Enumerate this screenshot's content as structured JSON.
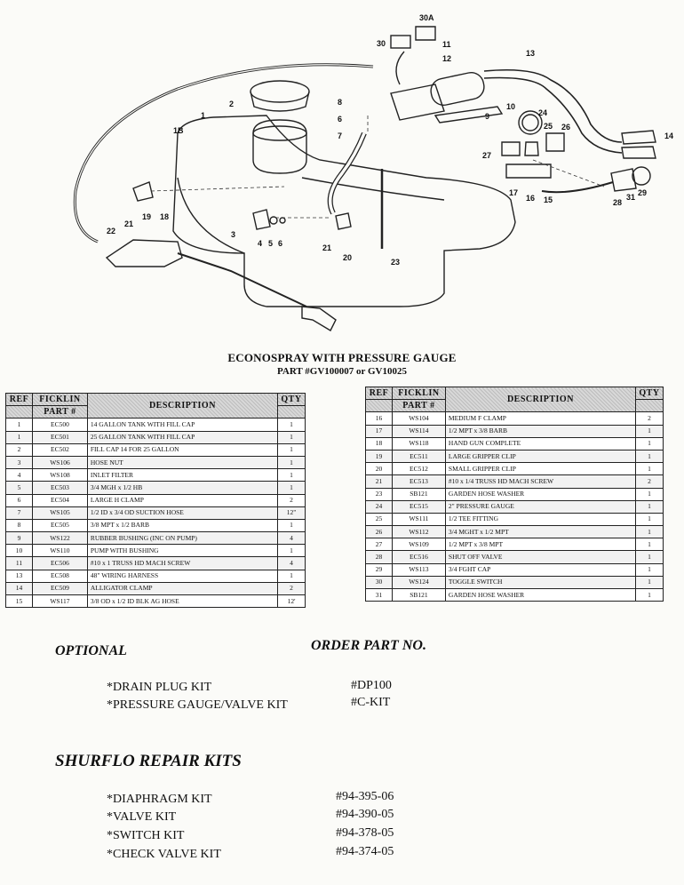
{
  "diagram": {
    "callouts": [
      "30A",
      "30",
      "11",
      "12",
      "13",
      "2",
      "8",
      "6",
      "10",
      "9",
      "1",
      "1B",
      "7",
      "24",
      "25",
      "26",
      "14",
      "27",
      "17",
      "16",
      "15",
      "28",
      "31",
      "29",
      "3",
      "4",
      "5",
      "6",
      "21",
      "19",
      "18",
      "22",
      "21",
      "20",
      "23"
    ]
  },
  "header": {
    "title": "ECONOSPRAY WITH PRESSURE GAUGE",
    "subtitle": "PART #GV100007 or GV10025"
  },
  "table_headers": {
    "ref": "REF",
    "ficklin": "FICKLIN",
    "part": "PART #",
    "description": "DESCRIPTION",
    "qty": "QTY"
  },
  "left_parts": [
    {
      "ref": "1",
      "part": "EC500",
      "desc": "14 GALLON TANK WITH FILL CAP",
      "qty": "1"
    },
    {
      "ref": "1",
      "part": "EC501",
      "desc": "25 GALLON TANK WITH FILL CAP",
      "qty": "1"
    },
    {
      "ref": "2",
      "part": "EC502",
      "desc": "FILL CAP 14 FOR 25 GALLON",
      "qty": "1"
    },
    {
      "ref": "3",
      "part": "WS106",
      "desc": "HOSE NUT",
      "qty": "1"
    },
    {
      "ref": "4",
      "part": "WS108",
      "desc": "INLET FILTER",
      "qty": "1"
    },
    {
      "ref": "5",
      "part": "EC503",
      "desc": "3/4 MGH x 1/2 HB",
      "qty": "1"
    },
    {
      "ref": "6",
      "part": "EC504",
      "desc": "LARGE H CLAMP",
      "qty": "2"
    },
    {
      "ref": "7",
      "part": "WS105",
      "desc": "1/2 ID x 3/4 OD SUCTION HOSE",
      "qty": "12\""
    },
    {
      "ref": "8",
      "part": "EC505",
      "desc": "3/8 MPT x 1/2 BARB",
      "qty": "1"
    },
    {
      "ref": "9",
      "part": "WS122",
      "desc": "RUBBER BUSHING (INC ON PUMP)",
      "qty": "4"
    },
    {
      "ref": "10",
      "part": "WS110",
      "desc": "PUMP WITH BUSHING",
      "qty": "1"
    },
    {
      "ref": "11",
      "part": "EC506",
      "desc": "#10 x 1 TRUSS HD MACH SCREW",
      "qty": "4"
    },
    {
      "ref": "13",
      "part": "EC508",
      "desc": "48\" WIRING HARNESS",
      "qty": "1"
    },
    {
      "ref": "14",
      "part": "EC509",
      "desc": "ALLIGATOR CLAMP",
      "qty": "2"
    },
    {
      "ref": "15",
      "part": "WS117",
      "desc": "3/8 OD x 1/2 ID BLK AG HOSE",
      "qty": "12'"
    }
  ],
  "right_parts": [
    {
      "ref": "16",
      "part": "WS104",
      "desc": "MEDIUM F CLAMP",
      "qty": "2"
    },
    {
      "ref": "17",
      "part": "WS114",
      "desc": "1/2 MPT x 3/8 BARB",
      "qty": "1"
    },
    {
      "ref": "18",
      "part": "WS118",
      "desc": "HAND GUN COMPLETE",
      "qty": "1"
    },
    {
      "ref": "19",
      "part": "EC511",
      "desc": "LARGE GRIPPER CLIP",
      "qty": "1"
    },
    {
      "ref": "20",
      "part": "EC512",
      "desc": "SMALL GRIPPER CLIP",
      "qty": "1"
    },
    {
      "ref": "21",
      "part": "EC513",
      "desc": "#10 x 1/4 TRUSS HD MACH SCREW",
      "qty": "2"
    },
    {
      "ref": "23",
      "part": "SB121",
      "desc": "GARDEN HOSE WASHER",
      "qty": "1"
    },
    {
      "ref": "24",
      "part": "EC515",
      "desc": "2\" PRESSURE GAUGE",
      "qty": "1"
    },
    {
      "ref": "25",
      "part": "WS111",
      "desc": "1/2 TEE FITTING",
      "qty": "1"
    },
    {
      "ref": "26",
      "part": "WS112",
      "desc": "3/4 MGHT x 1/2 MPT",
      "qty": "1"
    },
    {
      "ref": "27",
      "part": "WS109",
      "desc": "1/2 MPT x 3/8 MPT",
      "qty": "1"
    },
    {
      "ref": "28",
      "part": "EC516",
      "desc": "SHUT OFF VALVE",
      "qty": "1"
    },
    {
      "ref": "29",
      "part": "WS113",
      "desc": "3/4 FGHT CAP",
      "qty": "1"
    },
    {
      "ref": "30",
      "part": "WS124",
      "desc": "TOGGLE SWITCH",
      "qty": "1"
    },
    {
      "ref": "31",
      "part": "SB121",
      "desc": "GARDEN HOSE WASHER",
      "qty": "1"
    }
  ],
  "optional": {
    "heading": "OPTIONAL",
    "order_heading": "ORDER PART NO.",
    "items": [
      {
        "name": "*DRAIN PLUG KIT",
        "number": "#DP100"
      },
      {
        "name": "*PRESSURE GAUGE/VALVE KIT",
        "number": "#C-KIT"
      }
    ]
  },
  "repair_kits": {
    "heading": "SHURFLO REPAIR KITS",
    "items": [
      {
        "name": "*DIAPHRAGM KIT",
        "number": "#94-395-06"
      },
      {
        "name": "*VALVE KIT",
        "number": "#94-390-05"
      },
      {
        "name": "*SWITCH KIT",
        "number": "#94-378-05"
      },
      {
        "name": "*CHECK VALVE KIT",
        "number": "#94-374-05"
      }
    ]
  }
}
